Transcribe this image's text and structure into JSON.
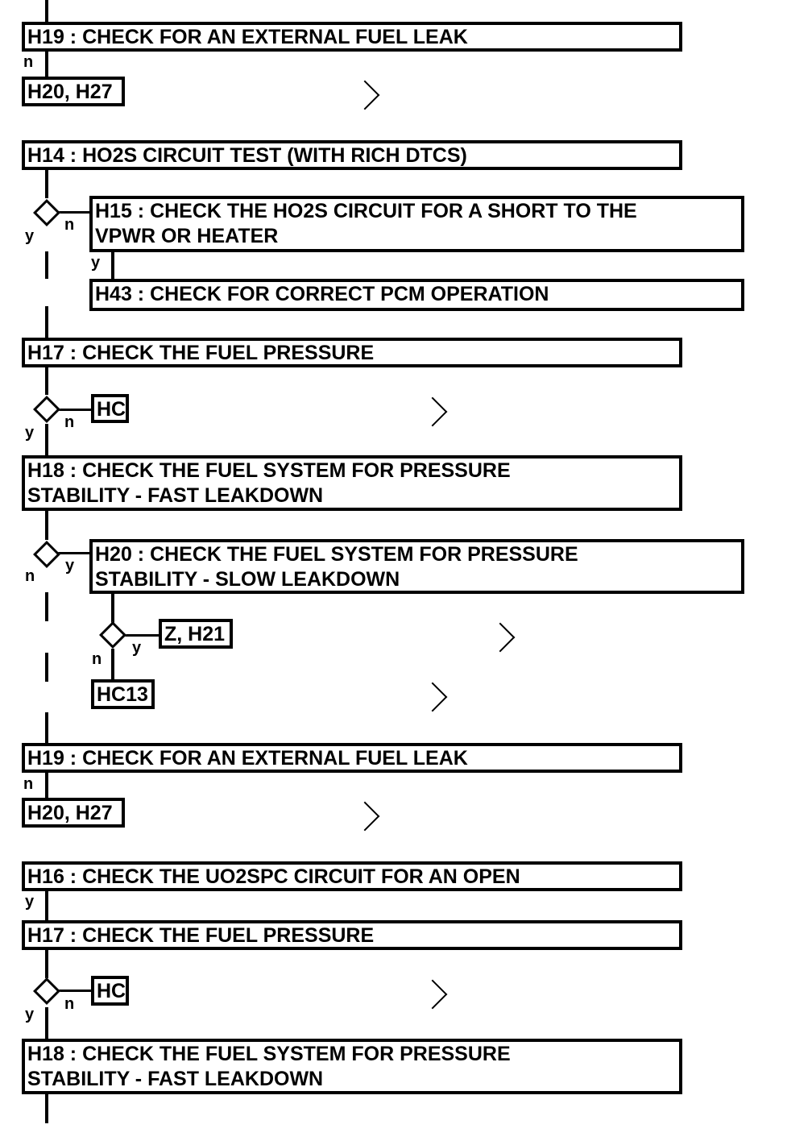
{
  "steps": {
    "h19_top": "H19 : CHECK FOR AN EXTERNAL FUEL LEAK",
    "h20_h27_top": "H20, H27",
    "h14": "H14 : HO2S CIRCUIT TEST (WITH RICH DTCS)",
    "h15": "H15 : CHECK THE HO2S CIRCUIT FOR A SHORT TO THE\nVPWR OR HEATER",
    "h43": "H43 : CHECK FOR CORRECT PCM OPERATION",
    "h17_a": "H17 : CHECK THE FUEL PRESSURE",
    "hc_a": "HC",
    "h18_a": "H18 : CHECK THE FUEL SYSTEM FOR PRESSURE\nSTABILITY - FAST LEAKDOWN",
    "h20": "H20 : CHECK THE FUEL SYSTEM FOR PRESSURE\nSTABILITY - SLOW LEAKDOWN",
    "z_h21": "Z, H21",
    "hc13": "HC13",
    "h19_mid": "H19 : CHECK FOR AN EXTERNAL FUEL LEAK",
    "h20_h27_mid": "H20, H27",
    "h16": "H16 : CHECK THE UO2SPC CIRCUIT FOR AN OPEN",
    "h17_b": "H17 : CHECK THE FUEL PRESSURE",
    "hc_b": "HC",
    "h18_b": "H18 : CHECK THE FUEL SYSTEM FOR PRESSURE\nSTABILITY - FAST LEAKDOWN"
  },
  "labels": {
    "n": "n",
    "y": "y"
  }
}
